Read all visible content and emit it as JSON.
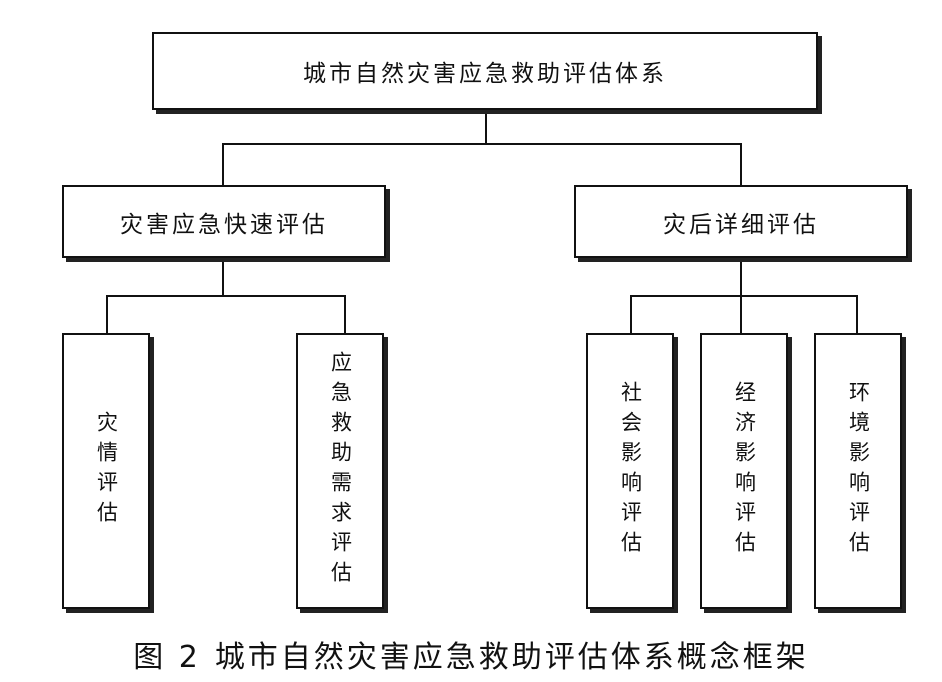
{
  "root": {
    "label": "城市自然灾害应急救助评估体系"
  },
  "branches": [
    {
      "label": "灾害应急快速评估",
      "children": [
        {
          "label": "灾情评估"
        },
        {
          "label": "应急救助需求评估"
        }
      ]
    },
    {
      "label": "灾后详细评估",
      "children": [
        {
          "label": "社会影响评估"
        },
        {
          "label": "经济影响评估"
        },
        {
          "label": "环境影响评估"
        }
      ]
    }
  ],
  "caption": {
    "figure_number": "图 2",
    "title": "城市自然灾害应急救助评估体系概念框架"
  }
}
